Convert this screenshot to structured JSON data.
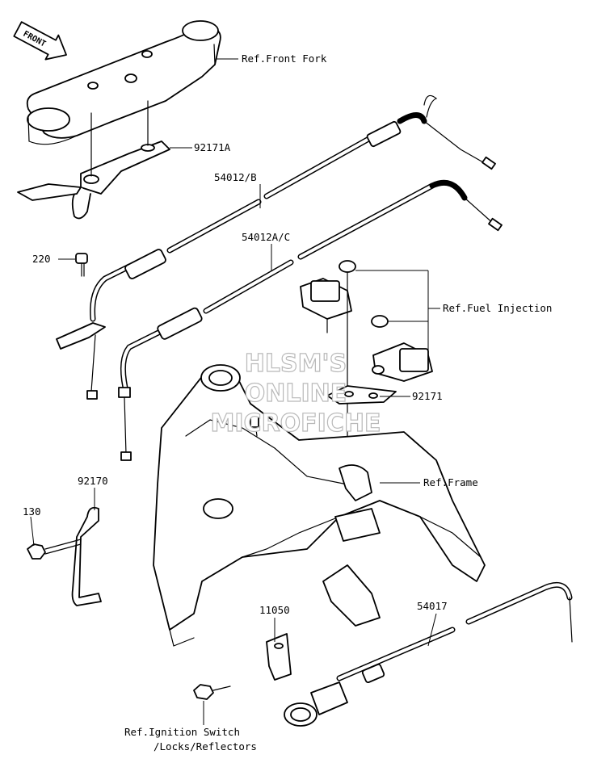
{
  "front_arrow": {
    "label": "FRONT"
  },
  "labels": {
    "ref_front_fork": "Ref.Front Fork",
    "p92171A": "92171A",
    "p54012B": "54012/B",
    "p54012AC": "54012A/C",
    "p220": "220",
    "ref_fuel_injection": "Ref.Fuel Injection",
    "p92171": "92171",
    "ref_frame": "Ref.Frame",
    "p92170": "92170",
    "p130": "130",
    "p11050": "11050",
    "p54017": "54017",
    "ref_ignition_1": "Ref.Ignition Switch",
    "ref_ignition_2": "/Locks/Reflectors"
  },
  "watermark": {
    "line1": "HLSM'S",
    "line2": "ONLINE",
    "line3": "MICROFICHE"
  }
}
